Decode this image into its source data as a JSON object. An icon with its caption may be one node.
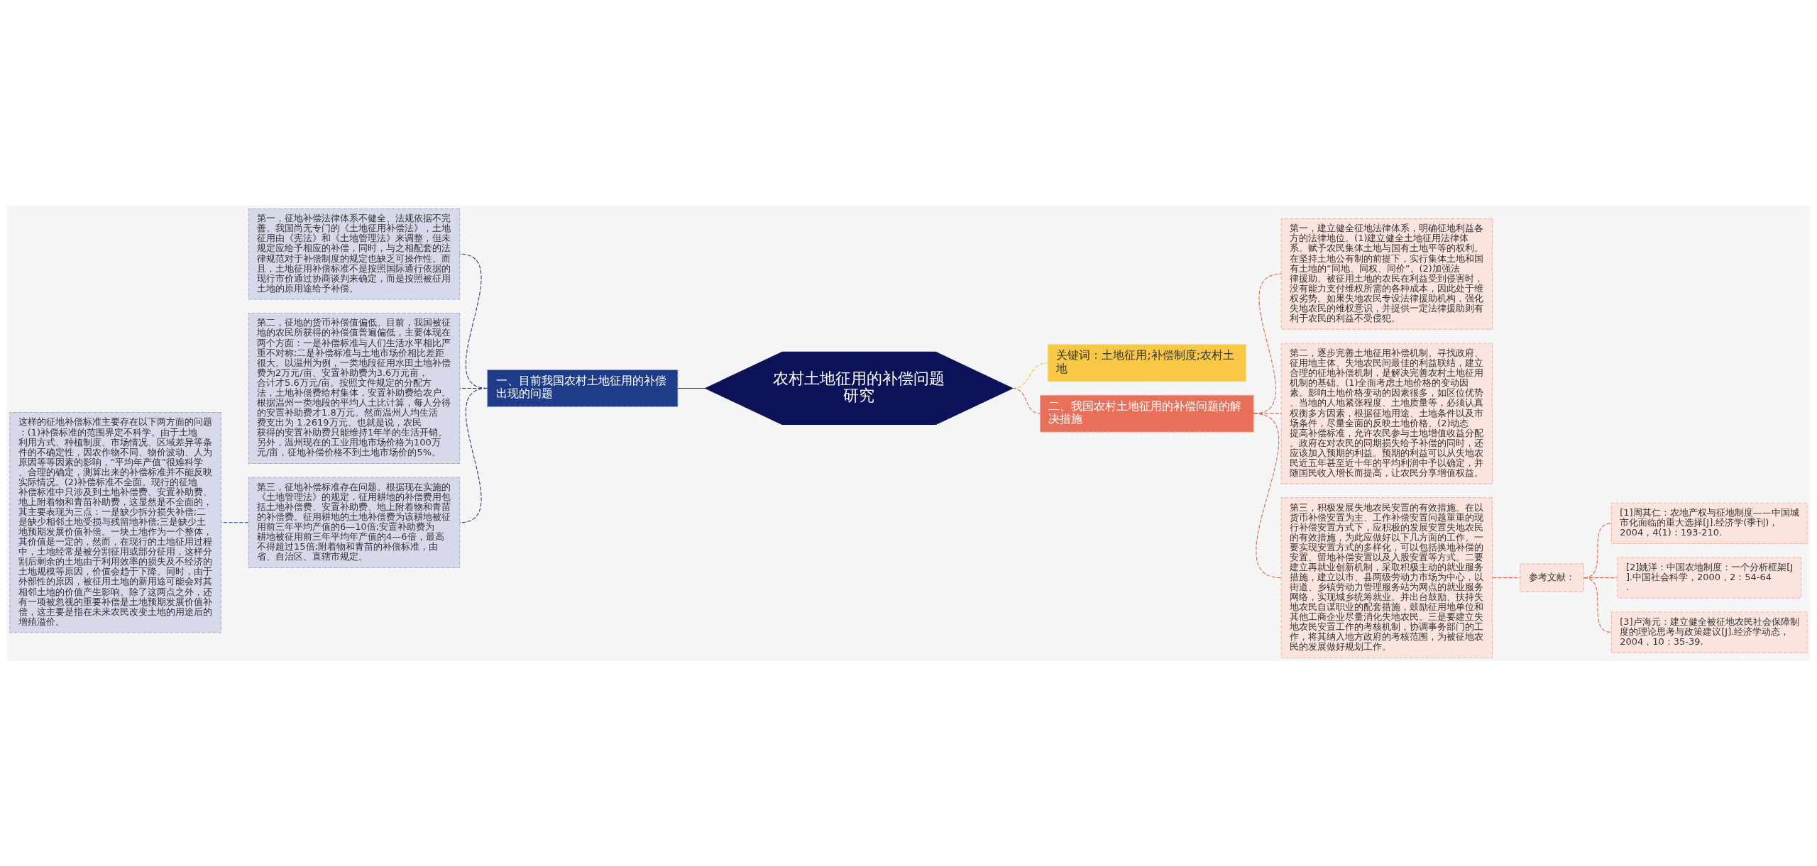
{
  "diagram": {
    "nodes": [
      {
        "text": [
          "农村土地征用的补偿问题研究"
        ]
      },
      {
        "text": [
          "一、目前我国农村土地征用的补偿出现的问题"
        ]
      },
      {
        "text": [
          "第一，征地补偿法律体系不健全、法规依据不完善。我国尚无专门的《土地征用补偿法》，土地征用由《宪法》和《土地管理法》来调整，但未规定应给予相应的补偿，同时，与之相配套的法律规范对于补偿制度的规定也缺乏可操作性。而且，土地征用补偿标准不是按照国际通行依据的现行市价通过协商谈判来确定，而是按照被征用土地的原用途给予补偿。"
        ]
      },
      {
        "text": [
          "第二，征地的货币补偿值偏低。目前，我国被征地的农民所获得的补偿值普遍偏低，主要体现在两个方面：一是补偿标准与人们生活水平相比严重不对称;二是补偿标准与土地市场价相比差距很大。以温州为例，一类地段征用水田土地补偿费为2万元/亩、安置补助费为3.6万元亩，合计才5.6万元/亩。按照文件规定的分配方法，土地补偿费给村集体，安置补助费给农户。根据温州一类地段的平均人土比计算，每人分得的安置补助费才1.8万元。然而温州人均生活费支出为 1.2619万元。也就是说，农民获得的安置补助费只能维持1年半的生活开销。另外，温州现在的工业用地市场价格为100万元/亩，征地补偿价格不到土地市场价的5%。"
        ]
      },
      {
        "text": [
          "第三，征地补偿标准存在问题。根据现在实施的《土地管理法》的规定，征用耕地的补偿费用包括土地补偿费、安置补助费、地上附着物和青苗的补偿费。征用耕地的土地补偿费为该耕地被征用前三年平均产值的6—10倍;安置补助费为耕地被征用前三年平均年产值的4—6倍，最高不得超过15倍;附着物和青苗的补偿标准，由省、自治区、直辖市规定。"
        ]
      },
      {
        "text": [
          "这样的征地补偿标准主要存在以下两方面的问题：(1)补偿标准的范围界定不科学。由于土地利用方式、种植制度、市场情况、区域差异等条件的不确定性，因农作物不同、物价波动、人为原因等等因素的影响，“平均年产值”很难科学、合理的确定，测算出来的补偿标准并不能反映实际情况。(2)补偿标准不全面。现行的征地补偿标准中只涉及到土地补偿费、安置补助费、地上附着物和青苗补助费，这显然是不全面的，其主要表现为三点：一是缺少拆分损失补偿;二是缺少相邻土地受损与残留地补偿;三是缺少土地预期发展价值补偿。一块土地作为一个整体，其价值是一定的，然而，在现行的土地征用过程中，土地经常是被分割征用或部分征用，这样分割后剩余的土地由于利用效率的损失及不经济的土地规模等原因，价值会趋于下降。同时，由于外部性的原因，被征用土地的新用途可能会对其相邻土地的价值产生影响。除了这两点之外，还有一项被忽视的重要补偿是土地预期发展价值补偿，这主要是指在未来农民改变土地的用途后的增殖溢价。"
        ]
      },
      {
        "text": [
          "关键词：土地征用;补偿制度;农村土地"
        ]
      },
      {
        "text": [
          "二、我国农村土地征用的补偿问题的解决措施"
        ]
      },
      {
        "text": [
          "第一，建立健全征地法律体系，明确征地利益各方的法律地位。(1)建立健全土地征用法律体系。赋予农民集体土地与国有土地平等的权利。在坚持土地公有制的前提下，实行集体土地和国有土地的“同地、同权、同价”。(2)加强法律援助。被征用土地的农民在利益受到侵害时，没有能力支付维权所需的各种成本，因此处于维权劣势。如果失地农民专设法律援助机构，强化失地农民的维权意识，并提供一定法律援助则有利于农民的利益不受侵犯。"
        ]
      },
      {
        "text": [
          "第二，逐步完善土地征用补偿机制。寻找政府、征用地主体、失地农民间最佳的利益联结，建立合理的征地补偿机制，是解决完善农村土地征用机制的基础。(1)全面考虑土地价格的变动因素。影响土地价格变动的因素很多，如区位优势、当地的人地紧张程度、土地质量等，必须认真权衡多方因素，根据征地用途、土地条件以及市场条件，尽量全面的反映土地价格。(2)动态提高补偿标准，允许农民参与土地增值收益分配。政府在对农民的同期损失给予补偿的同时，还应该加入预期的利益。预期的利益可以从失地农民近五年甚至近十年的平均利润中予以确定，并随国民收入增长而提高，让农民分享增值权益。"
        ]
      },
      {
        "text": [
          "第三，积极发展失地农民安置的有效措施。在以货币补偿安置为主、工作补偿安置问题重重的现行补偿安置方式下，应积极的发展安置失地农民的有效措施，为此应做好以下几方面的工作。一要实现安置方式的多样化，可以包括换地补偿的安置、留地补偿安置以及入股安置等方式。二要建立再就业创新机制，采取积极主动的就业服务措施，建立以市、县两级劳动力市场为中心，以街道、乡镇劳动力管理服务站为网点的就业服务网络，实现城乡统筹就业。并出台鼓励、扶持失地农民自谋职业的配套措施，鼓励征用地单位和其他工商企业尽量消化失地农民。三是要建立失地农民安置工作的考核机制，协调事务部门的工作，将其纳入地方政府的考核范围，为被征地农民的发展做好规划工作。"
        ]
      },
      {
        "text": [
          "参考文献："
        ]
      },
      {
        "text": [
          "[1]周其仁：农地产权与征地制度——中国城市化面临的重大选择[J].经济学(季刊)，2004，4(1)：193-210."
        ]
      },
      {
        "text": [
          "[2]姚洋：中国农地制度：一个分析框架[J].中国社会科学，2000，2：54-64."
        ]
      },
      {
        "text": [
          "[3]卢海元：建立健全被征地农民社会保障制度的理论思考与政策建议[J].经济学动态，2004，10：35-39."
        ]
      }
    ],
    "edges": [
      {
        "from": 0,
        "to": 1,
        "arrow": "none",
        "color": "#1f3c88"
      },
      {
        "from": 1,
        "to": 2,
        "arrow": "none",
        "style": "dashed",
        "color": "#1f3c88"
      },
      {
        "from": 1,
        "to": 3,
        "arrow": "none",
        "style": "dashed",
        "color": "#1f3c88"
      },
      {
        "from": 1,
        "to": 4,
        "arrow": "none",
        "style": "dashed",
        "color": "#1f3c88"
      },
      {
        "from": 4,
        "to": 5,
        "arrow": "none",
        "style": "dashed",
        "color": "#1f3c88"
      },
      {
        "from": 0,
        "to": 6,
        "arrow": "none",
        "style": "dashed",
        "color": "#f5c342"
      },
      {
        "from": 0,
        "to": 7,
        "arrow": "none",
        "style": "dashed"
      },
      {
        "from": 7,
        "to": 8,
        "arrow": "none",
        "style": "dashed"
      },
      {
        "from": 7,
        "to": 9,
        "arrow": "none",
        "style": "dashed"
      },
      {
        "from": 7,
        "to": 10,
        "arrow": "none",
        "style": "dashed"
      },
      {
        "from": 10,
        "to": 11,
        "arrow": "none",
        "style": "dashed"
      },
      {
        "from": 11,
        "to": 12,
        "arrow": "none",
        "style": "dashed"
      },
      {
        "from": 11,
        "to": 13,
        "arrow": "none",
        "style": "dashed"
      },
      {
        "from": 11,
        "to": 14,
        "arrow": "none",
        "style": "dashed"
      }
    ]
  }
}
